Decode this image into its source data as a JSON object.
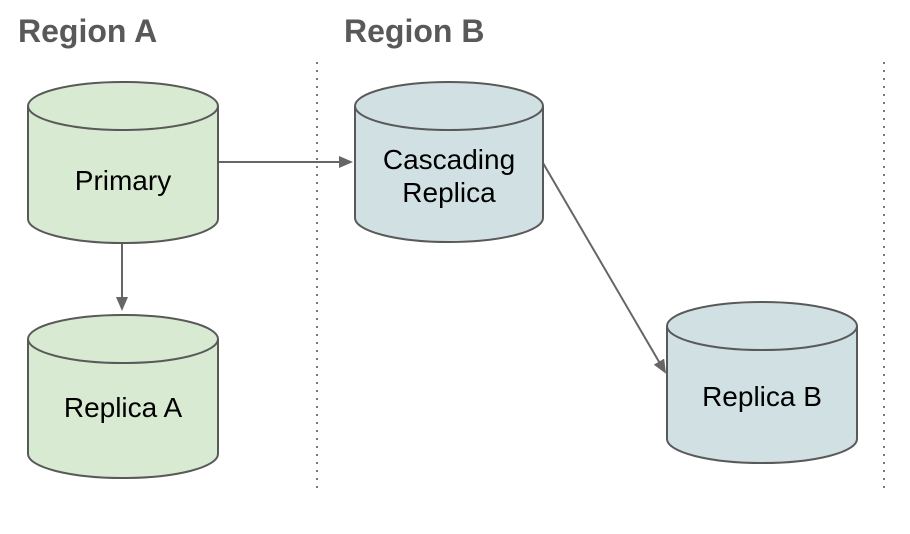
{
  "regions": {
    "a": {
      "label": "Region A"
    },
    "b": {
      "label": "Region B"
    }
  },
  "nodes": {
    "primary": {
      "label": "Primary",
      "type": "database",
      "region": "Region A"
    },
    "replica_a": {
      "label": "Replica A",
      "type": "database",
      "region": "Region A"
    },
    "cascading_replica": {
      "label_line1": "Cascading",
      "label_line2": "Replica",
      "type": "database",
      "region": "Region B"
    },
    "replica_b": {
      "label": "Replica B",
      "type": "database",
      "region": "Region B"
    }
  },
  "edges": [
    {
      "from": "Primary",
      "to": "Cascading Replica"
    },
    {
      "from": "Primary",
      "to": "Replica A"
    },
    {
      "from": "Cascading Replica",
      "to": "Replica B"
    }
  ],
  "colors": {
    "region_a_fill": "#d9ead3",
    "region_b_fill": "#d0e0e3",
    "outline": "#595959",
    "arrow": "#666666",
    "divider": "#777777",
    "heading": "#595959",
    "label": "#000000",
    "background": "#ffffff"
  }
}
